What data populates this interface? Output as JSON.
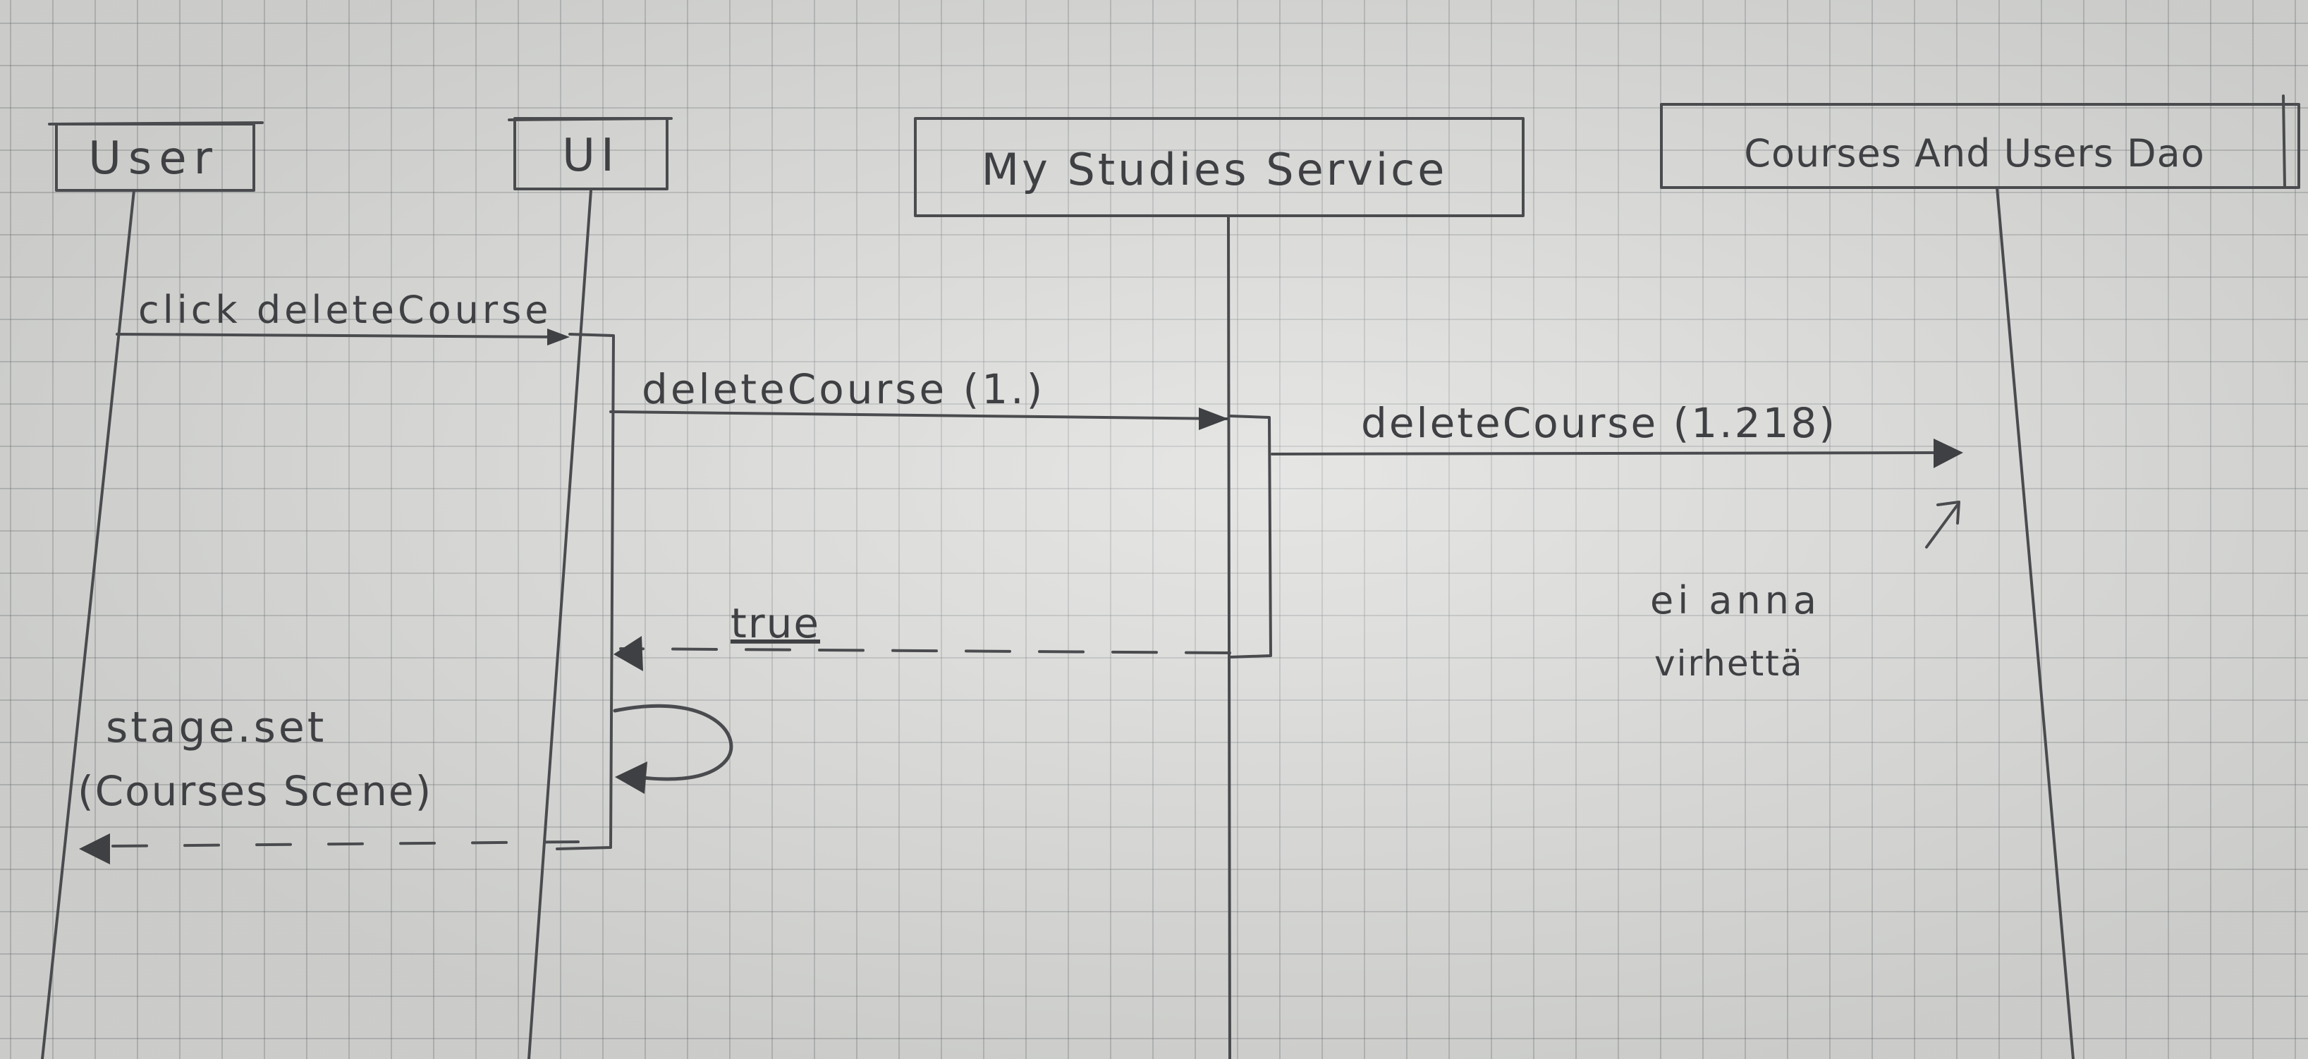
{
  "participants": {
    "user": "User",
    "ui": "UI",
    "service": "My Studies Service",
    "dao": "Courses And Users Dao"
  },
  "messages": {
    "click": "click deleteCourse",
    "ui_to_service": "deleteCourse (1.)",
    "service_to_dao": "deleteCourse (1.218)",
    "return_true": "true",
    "self_call_line1": "stage.set",
    "self_call_line2": "(Courses Scene)"
  },
  "annotations": {
    "note_line1": "ei anna",
    "note_line2": "virhettä"
  }
}
